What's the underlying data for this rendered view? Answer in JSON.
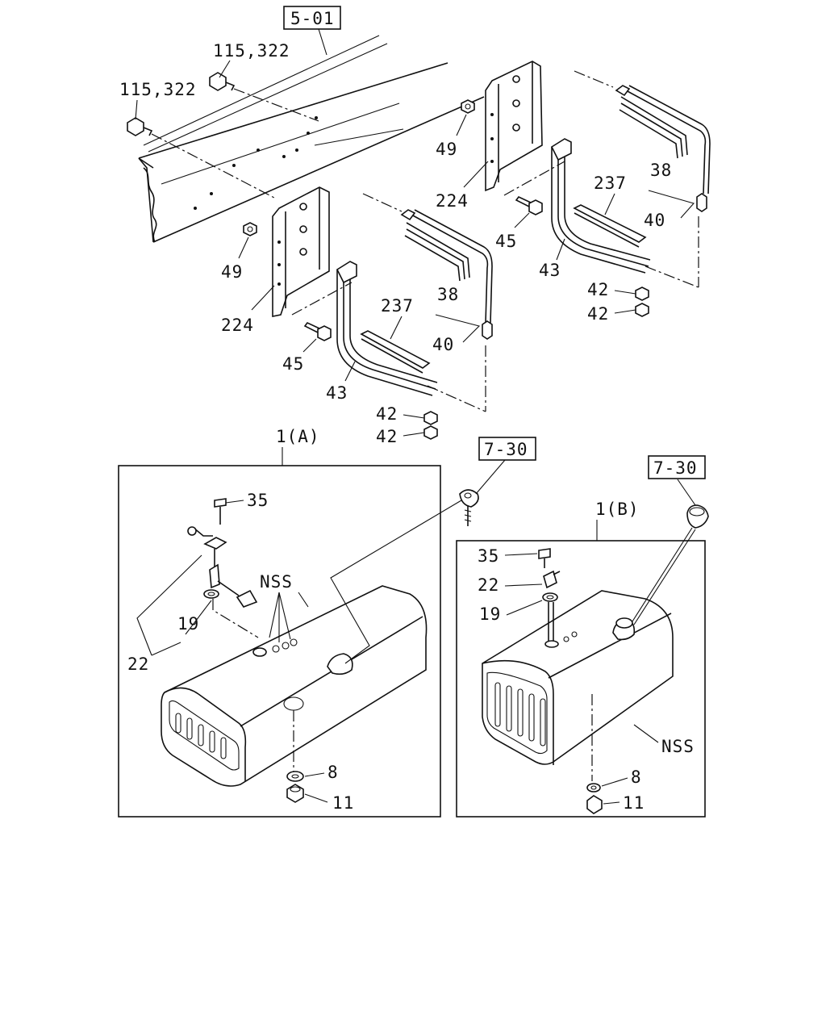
{
  "refs": {
    "frame_ref": "5-01",
    "filler_ref_a": "7-30",
    "filler_ref_b": "7-30"
  },
  "callouts": {
    "bolt_upper": "115,322",
    "bolt_lower": "115,322",
    "nut_49_right": "49",
    "bracket_224_right": "224",
    "bolt_45_right": "45",
    "band_43_right": "43",
    "pad_237_right": "237",
    "pad_38_right": "38",
    "band_40_right": "40",
    "nut_42_right_1": "42",
    "nut_42_right_2": "42",
    "nut_49_left": "49",
    "bracket_224_left": "224",
    "bolt_45_left": "45",
    "band_43_left": "43",
    "pad_237_left": "237",
    "pad_38_left": "38",
    "band_40_left": "40",
    "nut_42_left_1": "42",
    "nut_42_left_2": "42"
  },
  "tank_a": {
    "label": "1(A)",
    "screw": "35",
    "gasket": "19",
    "gauge": "22",
    "nss": "NSS",
    "washer": "8",
    "plug": "11"
  },
  "tank_b": {
    "label": "1(B)",
    "screw": "35",
    "gauge": "22",
    "gasket": "19",
    "nss": "NSS",
    "washer": "8",
    "plug": "11"
  }
}
